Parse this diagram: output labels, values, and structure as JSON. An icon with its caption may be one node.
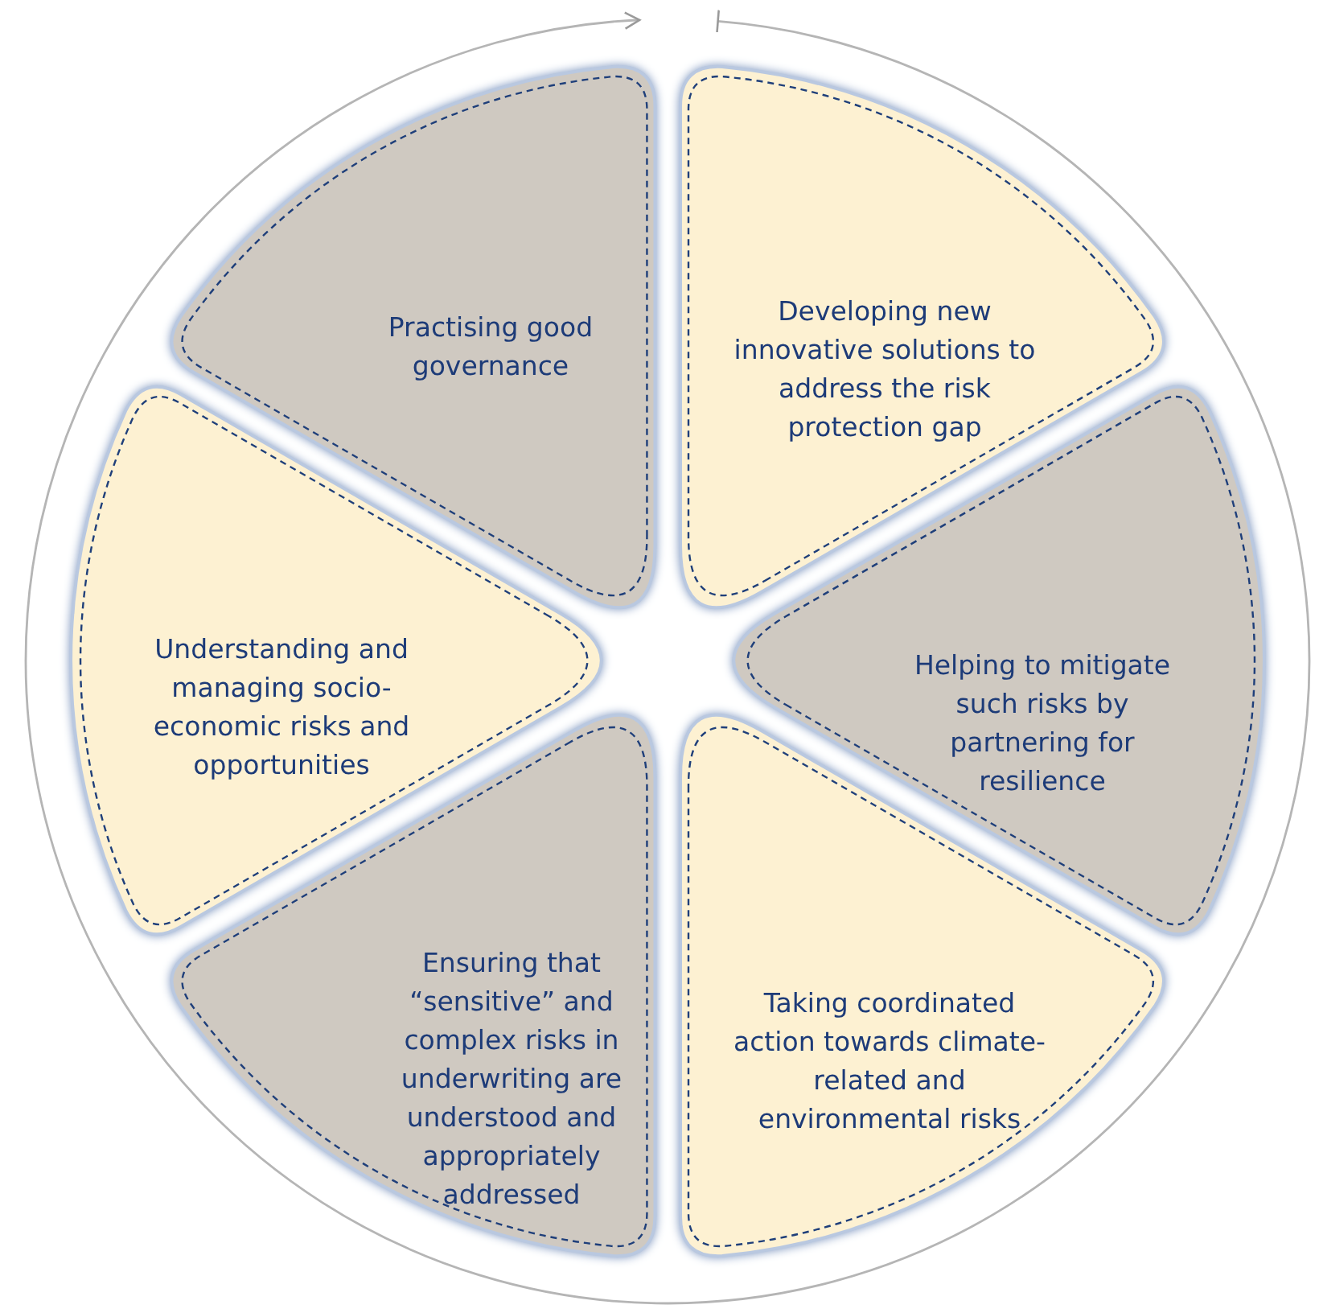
{
  "diagram": {
    "nodes": [
      {
        "text": [
          "Practising good governance"
        ]
      },
      {
        "text": [
          "Developing new innovative solutions to address the risk protection gap"
        ]
      },
      {
        "text": [
          "Understanding and managing socio-economic risks and opportunities"
        ]
      },
      {
        "text": [
          "Helping to mitigate such risks by partnering for resilience"
        ]
      },
      {
        "text": [
          "Ensuring that “sensitive” and complex risks in underwriting are understood and appropriately addressed"
        ]
      },
      {
        "text": [
          "Taking coordinated action towards climate-related and environmental risks"
        ]
      }
    ]
  }
}
